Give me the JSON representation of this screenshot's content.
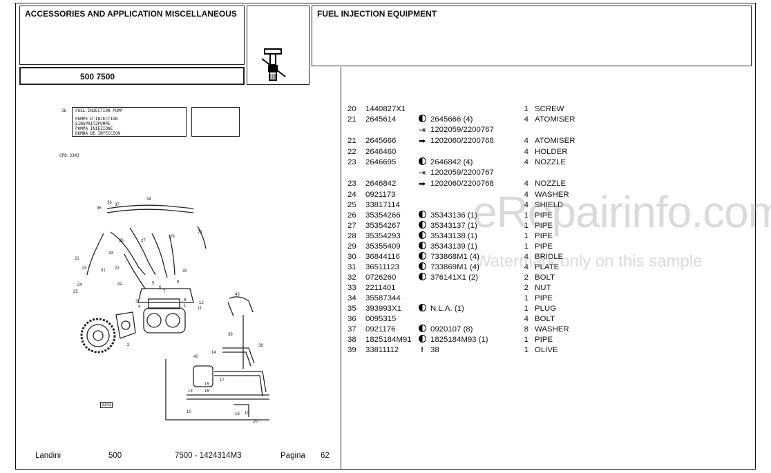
{
  "header": {
    "left_title": "ACCESSORIES AND APPLICATION MISCELLANEOUS",
    "model": "500 7500",
    "right_title": "FUEL INJECTION EQUIPMENT"
  },
  "drawing": {
    "ref_number": "36",
    "legend_lines": [
      "FUEL INJECTION PUMP",
      "POMPE D'INJECTION",
      "EINSPRITZPUMPE",
      "POMPA INIEZIONE",
      "BOMBA DE INYECCION"
    ],
    "cpd_code": "CPD.3343",
    "figure_number": "3343",
    "callouts": [
      "36",
      "37",
      "35",
      "34",
      "29",
      "26",
      "27",
      "33",
      "28",
      "21",
      "23",
      "31",
      "32",
      "22",
      "30",
      "24",
      "25",
      "9",
      "8",
      "12",
      "11",
      "1",
      "2",
      "43",
      "39",
      "38",
      "14",
      "42",
      "15",
      "16",
      "17",
      "13",
      "10",
      "18",
      "19",
      "20",
      "5",
      "6",
      "7",
      "3",
      "4"
    ]
  },
  "parts": [
    {
      "pos": "20",
      "part": "1440827X1",
      "sym": "",
      "alt": "",
      "qty": "1",
      "desc": "SCREW"
    },
    {
      "pos": "21",
      "part": "2645614",
      "sym": "dot",
      "alt": "2645666  (4)",
      "qty": "4",
      "desc": "ATOMISER"
    },
    {
      "pos": "",
      "part": "",
      "sym": "arrow-left",
      "alt": "1202059/2200767",
      "qty": "",
      "desc": ""
    },
    {
      "pos": "21",
      "part": "2645666",
      "sym": "arrow-right",
      "alt": "1202060/2200768",
      "qty": "4",
      "desc": "ATOMISER"
    },
    {
      "pos": "22",
      "part": "2646460",
      "sym": "",
      "alt": "",
      "qty": "4",
      "desc": "HOLDER"
    },
    {
      "pos": "23",
      "part": "2646695",
      "sym": "dot",
      "alt": "2646842  (4)",
      "qty": "4",
      "desc": "NOZZLE"
    },
    {
      "pos": "",
      "part": "",
      "sym": "arrow-left",
      "alt": "1202059/2200767",
      "qty": "",
      "desc": ""
    },
    {
      "pos": "23",
      "part": "2646842",
      "sym": "arrow-right",
      "alt": "1202060/2200768",
      "qty": "4",
      "desc": "NOZZLE"
    },
    {
      "pos": "24",
      "part": "0921173",
      "sym": "",
      "alt": "",
      "qty": "4",
      "desc": "WASHER"
    },
    {
      "pos": "25",
      "part": "33817114",
      "sym": "",
      "alt": "",
      "qty": "4",
      "desc": "SHIELD"
    },
    {
      "pos": "26",
      "part": "35354266",
      "sym": "dot",
      "alt": "35343136  (1)",
      "qty": "1",
      "desc": "PIPE"
    },
    {
      "pos": "27",
      "part": "35354267",
      "sym": "dot",
      "alt": "35343137  (1)",
      "qty": "1",
      "desc": "PIPE"
    },
    {
      "pos": "28",
      "part": "35354293",
      "sym": "dot",
      "alt": "35343138  (1)",
      "qty": "1",
      "desc": "PIPE"
    },
    {
      "pos": "29",
      "part": "35355409",
      "sym": "dot",
      "alt": "35343139  (1)",
      "qty": "1",
      "desc": "PIPE"
    },
    {
      "pos": "30",
      "part": "36844116",
      "sym": "dot",
      "alt": "733868M1  (4)",
      "qty": "4",
      "desc": "BRIDLE"
    },
    {
      "pos": "31",
      "part": "36511123",
      "sym": "dot",
      "alt": "733869M1  (4)",
      "qty": "4",
      "desc": "PLATE"
    },
    {
      "pos": "32",
      "part": "0726260",
      "sym": "dot",
      "alt": "376141X1  (2)",
      "qty": "2",
      "desc": "BOLT"
    },
    {
      "pos": "33",
      "part": "2211401",
      "sym": "",
      "alt": "",
      "qty": "2",
      "desc": "NUT"
    },
    {
      "pos": "34",
      "part": "35587344",
      "sym": "",
      "alt": "",
      "qty": "1",
      "desc": "PIPE"
    },
    {
      "pos": "35",
      "part": "393993X1",
      "sym": "dot",
      "alt": "N.L.A.  (1)",
      "qty": "1",
      "desc": "PLUG"
    },
    {
      "pos": "36",
      "part": "0095315",
      "sym": "",
      "alt": "",
      "qty": "4",
      "desc": "BOLT"
    },
    {
      "pos": "37",
      "part": "0921176",
      "sym": "dot",
      "alt": "0920107  (8)",
      "qty": "8",
      "desc": "WASHER"
    },
    {
      "pos": "38",
      "part": "1825184M91",
      "sym": "dot",
      "alt": "1825184M93  (1)",
      "qty": "1",
      "desc": "PIPE"
    },
    {
      "pos": "39",
      "part": "33811112",
      "sym": "excl",
      "alt": "38",
      "qty": "1",
      "desc": "OLIVE"
    }
  ],
  "footer": {
    "brand": "Landini",
    "series": "500",
    "model_ref": "7500 - 1424314M3",
    "page_label": "Pagina",
    "page_number": "62"
  },
  "watermark": {
    "main": "eRepairinfo.com",
    "sub": "Watermark only on this sample"
  },
  "icons": {
    "header_icon": "fuel-injector-icon"
  }
}
